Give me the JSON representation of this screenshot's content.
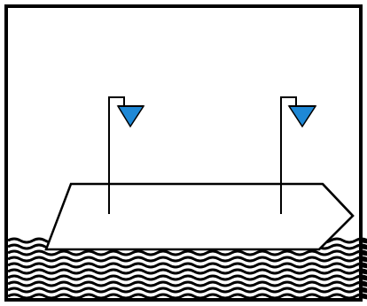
{
  "diagram": {
    "colors": {
      "stroke": "#000000",
      "background": "#ffffff",
      "flag": "#1e88d6",
      "water": "#000000"
    },
    "elements": [
      "frame",
      "barge-hull",
      "mast-left",
      "flag-left",
      "mast-right",
      "flag-right",
      "water-waves"
    ]
  }
}
